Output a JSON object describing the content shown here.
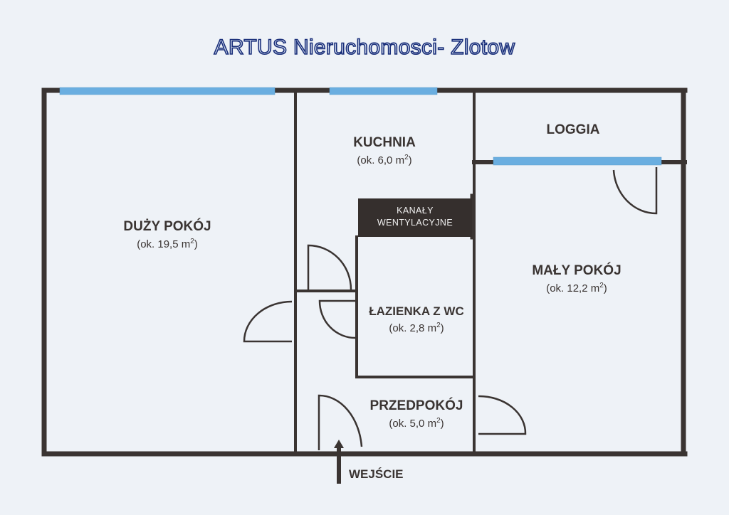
{
  "title": "ARTUS Nieruchomosci- Zlotow",
  "rooms": {
    "duzy_pokoj": {
      "name": "DUŻY POKÓJ",
      "area_prefix": "(ok. 19,5 m",
      "area_sup": "2",
      "area_suffix": ")"
    },
    "kuchnia": {
      "name": "KUCHNIA",
      "area_prefix": "(ok. 6,0 m",
      "area_sup": "2",
      "area_suffix": ")"
    },
    "loggia": {
      "name": "LOGGIA"
    },
    "maly_pokoj": {
      "name": "MAŁY POKÓJ",
      "area_prefix": "(ok. 12,2 m",
      "area_sup": "2",
      "area_suffix": ")"
    },
    "lazienka": {
      "name": "ŁAZIENKA Z WC",
      "area_prefix": "(ok. 2,8 m",
      "area_sup": "2",
      "area_suffix": ")"
    },
    "przedpokoj": {
      "name": "PRZEDPOKÓJ",
      "area_prefix": "(ok. 5,0 m",
      "area_sup": "2",
      "area_suffix": ")"
    }
  },
  "ventilation": {
    "line1": "KANAŁY",
    "line2": "WENTYLACYJNE"
  },
  "entrance": {
    "label": "WEJŚCIE"
  },
  "colors": {
    "wall": "#3a3432",
    "window": "#6aaee0",
    "background": "#eef2f7",
    "title_outline": "#1a2f7a"
  }
}
